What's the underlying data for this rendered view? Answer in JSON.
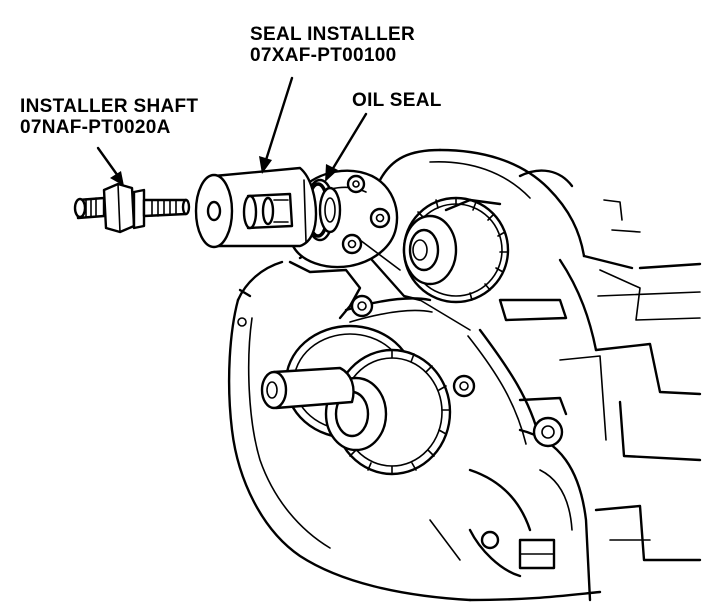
{
  "labels": {
    "seal_installer_name": "SEAL INSTALLER",
    "seal_installer_part": "07XAF-PT00100",
    "installer_shaft_name": "INSTALLER SHAFT",
    "installer_shaft_part": "07NAF-PT0020A",
    "oil_seal_name": "OIL SEAL"
  },
  "colors": {
    "ink": "#000000",
    "background": "#ffffff"
  }
}
